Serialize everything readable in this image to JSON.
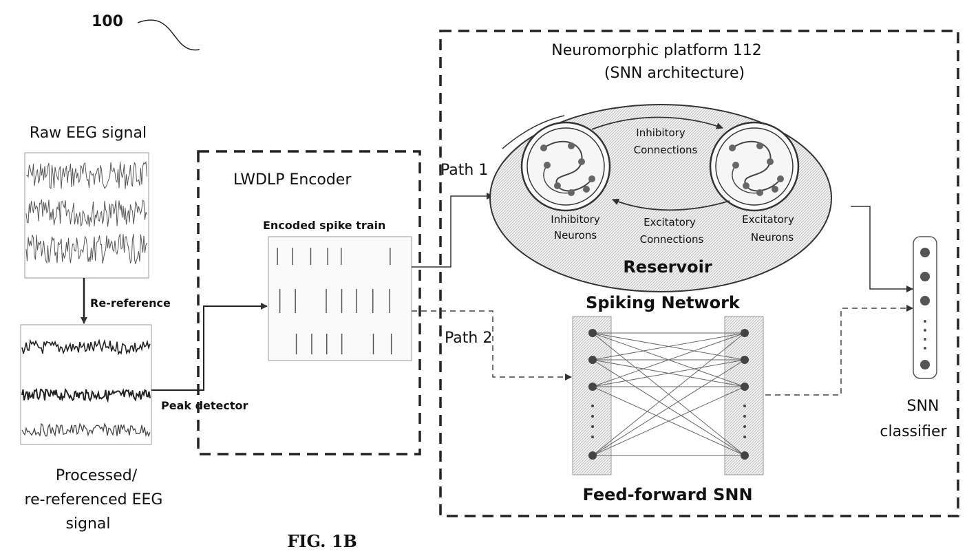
{
  "figure_number": "100",
  "figure_caption": "FIG. 1B",
  "left": {
    "raw_title": "Raw EEG signal",
    "rereference_label": "Re-reference",
    "processed_title_line1": "Processed/",
    "processed_title_line2": "re-referenced  EEG",
    "processed_title_line3": "signal",
    "peak_detector_label": "Peak detector"
  },
  "encoder": {
    "title": "LWDLP Encoder",
    "spike_train_label": "Encoded spike train"
  },
  "platform": {
    "title_line1": "Neuromorphic platform 112",
    "title_line2": "(SNN architecture)",
    "path1": "Path 1",
    "path2": "Path 2"
  },
  "reservoir": {
    "title": "Reservoir",
    "inhibitory_connections_line1": "Inhibitory",
    "inhibitory_connections_line2": "Connections",
    "excitatory_connections_line1": "Excitatory",
    "excitatory_connections_line2": "Connections",
    "inhibitory_neurons_line1": "Inhibitory",
    "inhibitory_neurons_line2": "Neurons",
    "excitatory_neurons_line1": "Excitatory",
    "excitatory_neurons_line2": "Neurons"
  },
  "snn": {
    "top_label": "Spiking Network",
    "bottom_label": "Feed-forward SNN"
  },
  "classifier": {
    "line1": "SNN",
    "line2": "classifier"
  }
}
